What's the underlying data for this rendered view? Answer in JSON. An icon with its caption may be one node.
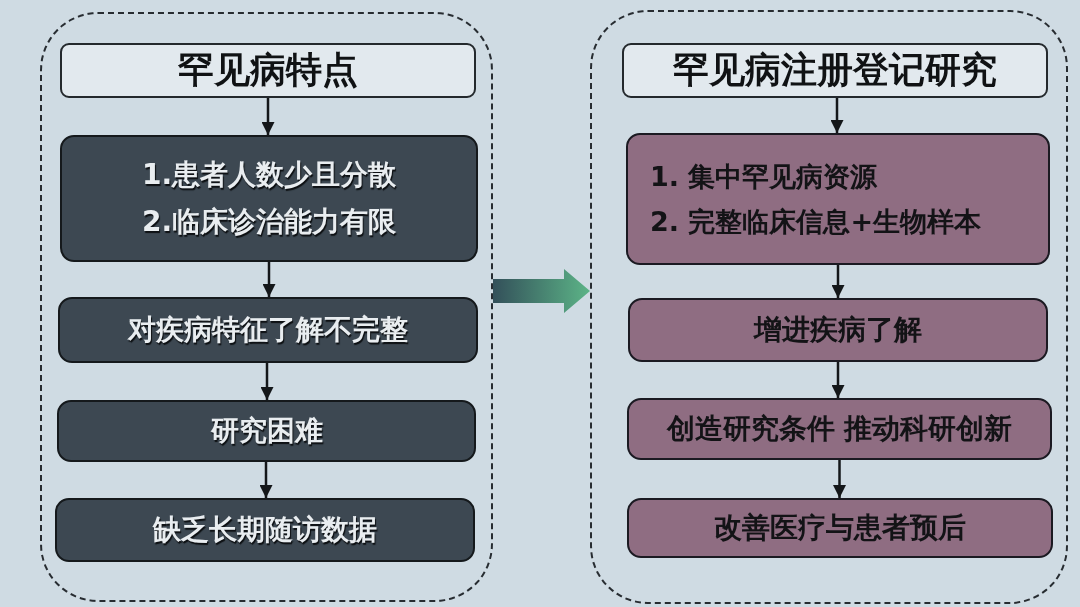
{
  "diagram": {
    "nodes": [
      {
        "text": [],
        "shape": "box"
      },
      {
        "text": [
          "罕见病特点"
        ],
        "in": 0
      },
      {
        "text": [
          "1.患者人数少且分散",
          "2.临床诊治能力有限"
        ],
        "in": 0
      },
      {
        "text": [
          "对疾病特征了解不完整"
        ],
        "in": 0
      },
      {
        "text": [
          "研究困难"
        ],
        "in": 0
      },
      {
        "text": [
          "缺乏长期随访数据"
        ],
        "in": 0
      },
      {
        "text": [],
        "shape": "box"
      },
      {
        "text": [
          "罕见病注册登记研究"
        ],
        "in": 6
      },
      {
        "text": [
          "1. 集中罕见病资源",
          "2. 完整临床信息+生物样本"
        ],
        "in": 6
      },
      {
        "text": [
          "增进疾病了解"
        ],
        "in": 6
      },
      {
        "text": [
          "创造研究条件 推动科研创新"
        ],
        "in": 6
      },
      {
        "text": [
          "改善医疗与患者预后"
        ],
        "in": 6
      }
    ],
    "edges": [
      {
        "from": 1,
        "to": 2,
        "arrow": "to"
      },
      {
        "from": 2,
        "to": 3,
        "arrow": "to"
      },
      {
        "from": 3,
        "to": 4,
        "arrow": "to"
      },
      {
        "from": 4,
        "to": 5,
        "arrow": "to"
      },
      {
        "from": 0,
        "to": 6,
        "arrow": "to",
        "style": "thick",
        "color": "#5cb487"
      },
      {
        "from": 7,
        "to": 8,
        "arrow": "to"
      },
      {
        "from": 8,
        "to": 9,
        "arrow": "to"
      },
      {
        "from": 9,
        "to": 10,
        "arrow": "to"
      },
      {
        "from": 10,
        "to": 11,
        "arrow": "to"
      }
    ]
  }
}
